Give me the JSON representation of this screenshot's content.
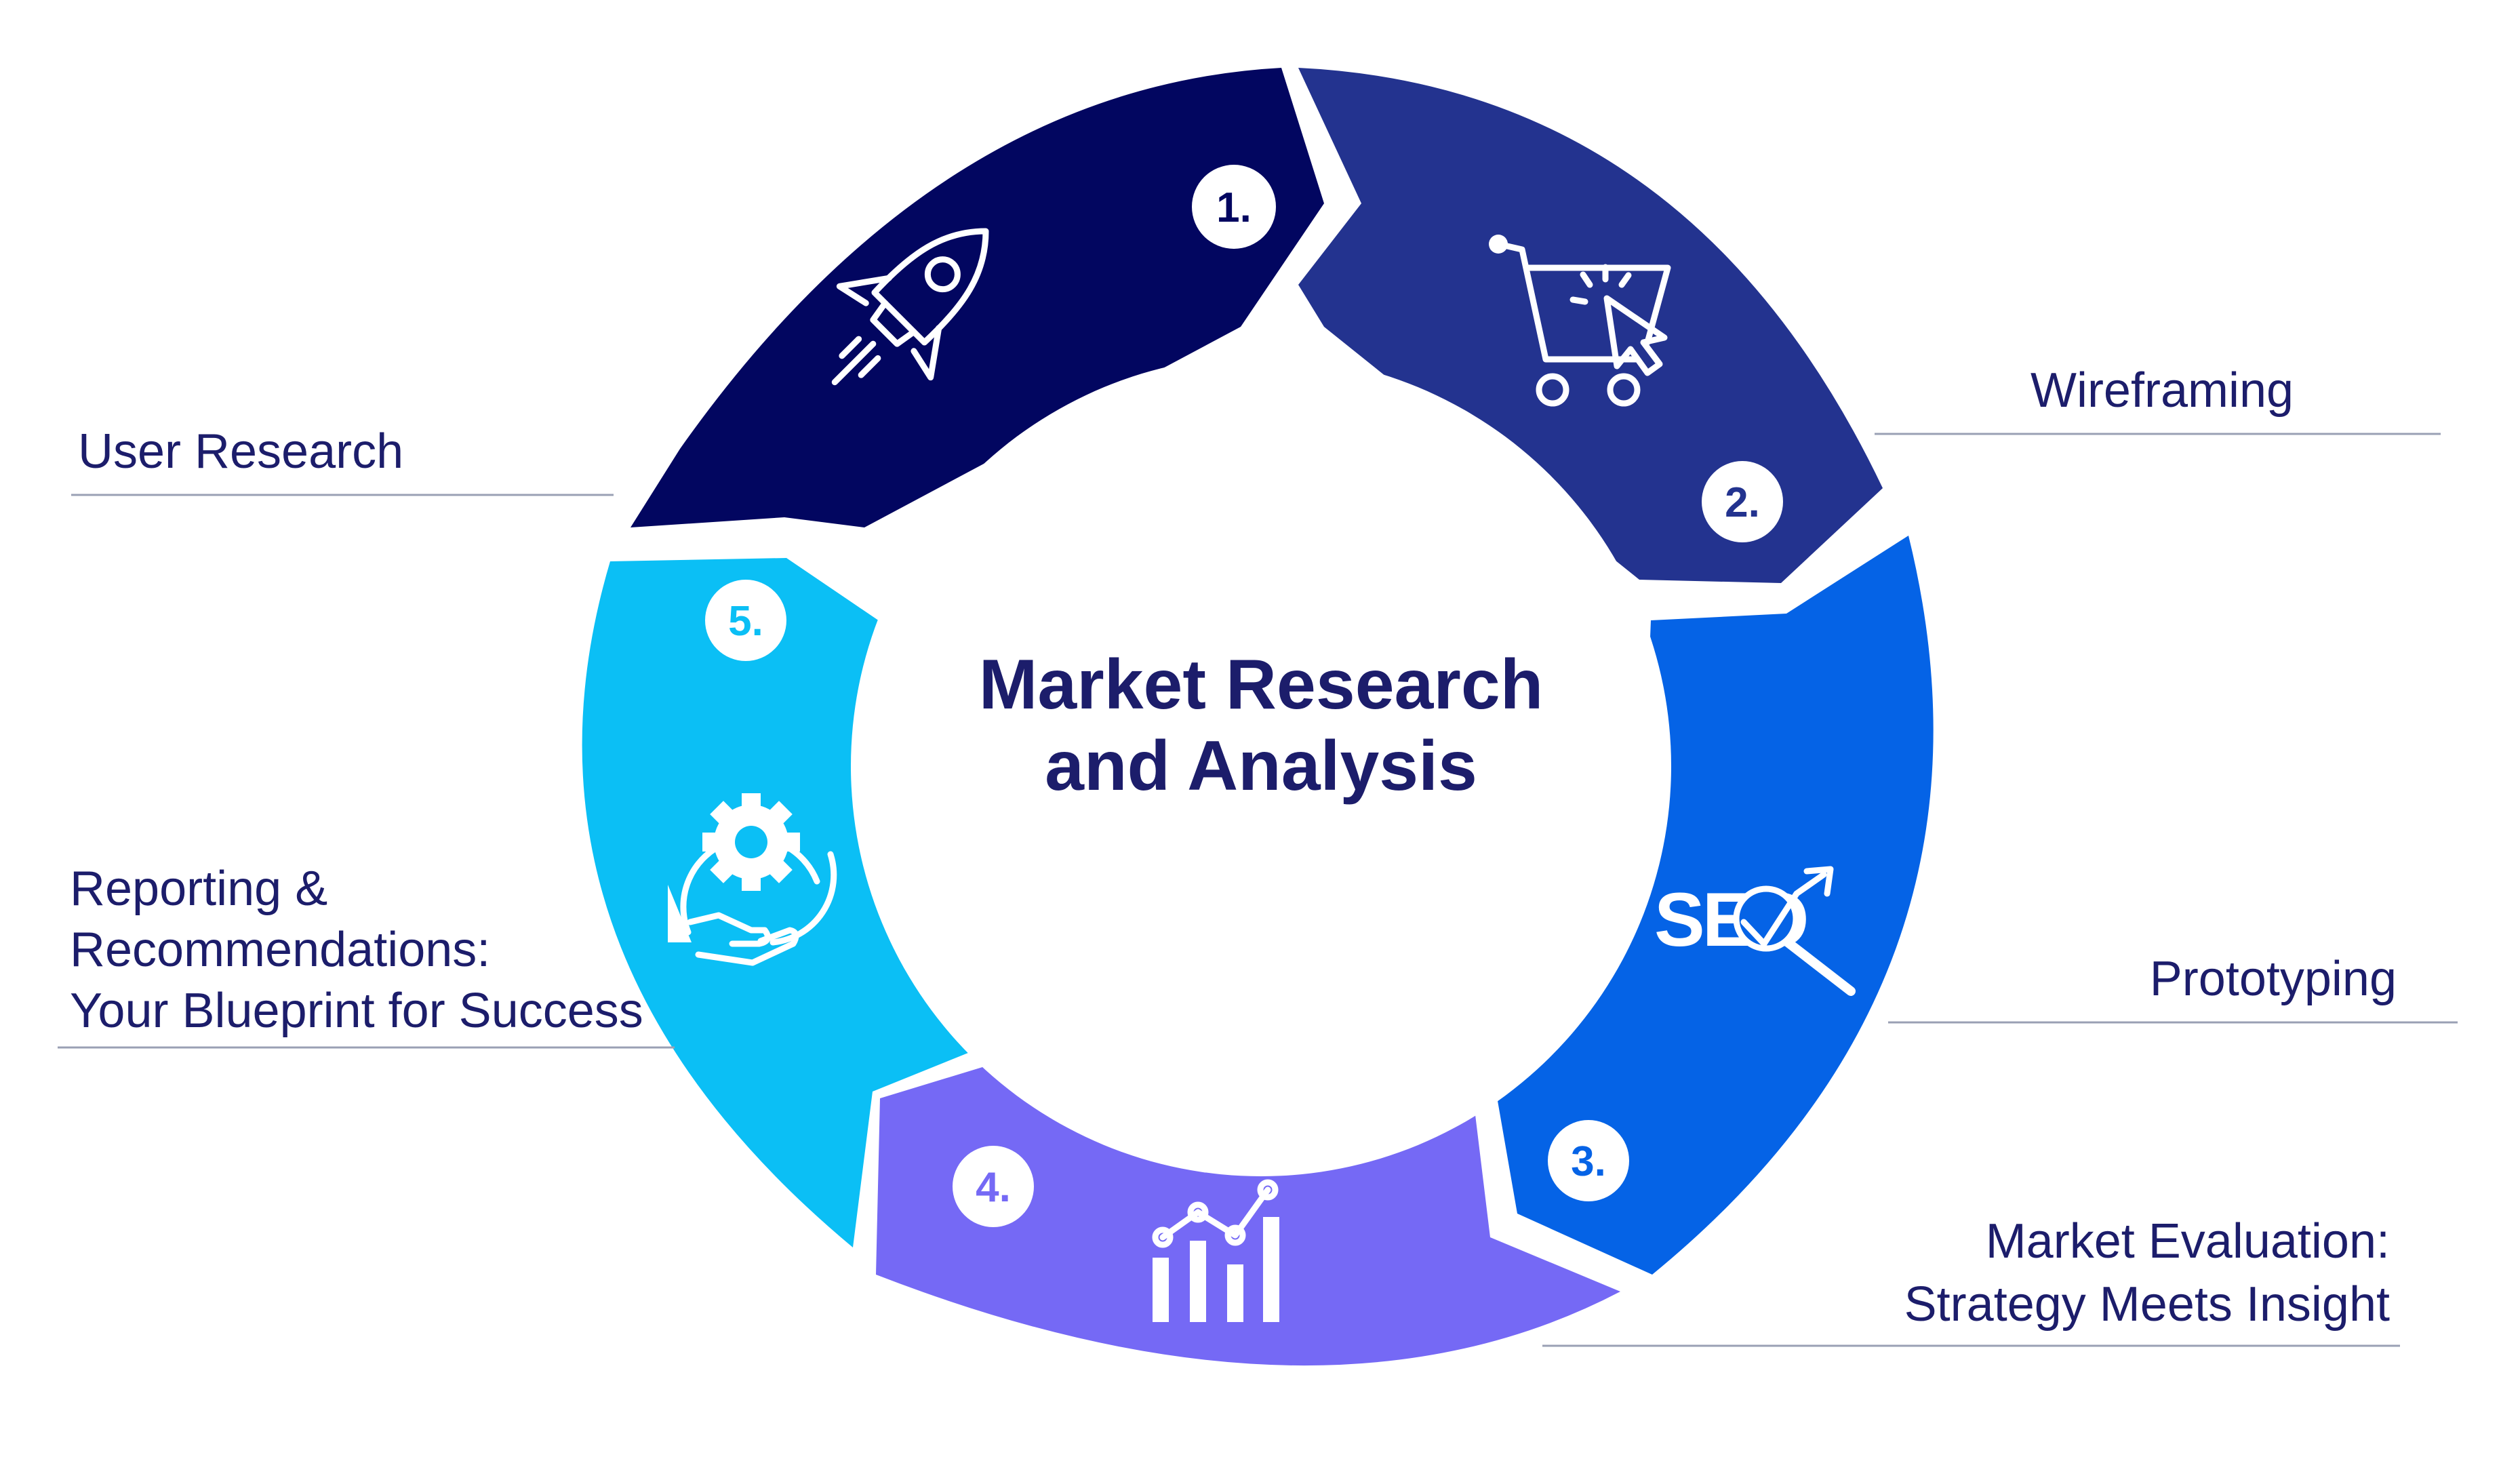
{
  "center_title": {
    "line1": "Market Research",
    "line2": "and Analysis"
  },
  "steps": [
    {
      "number": "1.",
      "label": [
        "User Research"
      ],
      "icon": "rocket-icon",
      "color": "#020660"
    },
    {
      "number": "2.",
      "label": [
        "Wireframing"
      ],
      "icon": "shopping-cart-cursor-icon",
      "color": "#23338f"
    },
    {
      "number": "3.",
      "label": [
        "Prototyping"
      ],
      "icon": "seo-magnifier-icon",
      "color": "#0563e6"
    },
    {
      "number": "4.",
      "label": [
        "Market Evaluation:",
        "Strategy Meets Insight"
      ],
      "icon": "bar-chart-trend-icon",
      "color": "#7569f5"
    },
    {
      "number": "5.",
      "label": [
        "Reporting &",
        "Recommendations:",
        "Your Blueprint for Success"
      ],
      "icon": "hand-gear-icon",
      "color": "#0bbff5"
    }
  ],
  "seo_text": "SEO",
  "colors": {
    "text_navy": "#1c1d6b",
    "rule": "#9aa0b4"
  }
}
